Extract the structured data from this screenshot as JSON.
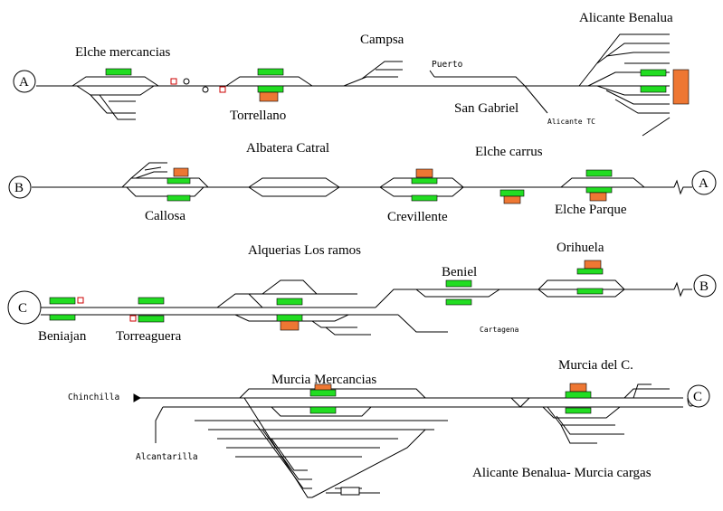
{
  "stations": {
    "elche_mercancias": "Elche mercancias",
    "torrellano": "Torrellano",
    "campsa": "Campsa",
    "puerto": "Puerto",
    "san_gabriel": "San Gabriel",
    "alicante_tc": "Alicante TC",
    "alicante_benalua": "Alicante Benalua",
    "albatera_catral": "Albatera Catral",
    "elche_carrus": "Elche carrus",
    "callosa": "Callosa",
    "crevillente": "Crevillente",
    "elche_parque": "Elche Parque",
    "alquerias_los_ramos": "Alquerias Los ramos",
    "beniel": "Beniel",
    "orihuela": "Orihuela",
    "beniajan": "Beniajan",
    "torreaguera": "Torreaguera",
    "cartagena": "Cartagena",
    "murcia_mercancias": "Murcia Mercancias",
    "murcia_del_c": "Murcia del C.",
    "chinchilla": "Chinchilla",
    "alcantarilla": "Alcantarilla",
    "title": "Alicante Benalua- Murcia cargas"
  },
  "connectors": {
    "a": "A",
    "b": "B",
    "c": "C"
  },
  "colors": {
    "platform": "#22dd22",
    "building": "#ee7733",
    "track": "#000000"
  }
}
